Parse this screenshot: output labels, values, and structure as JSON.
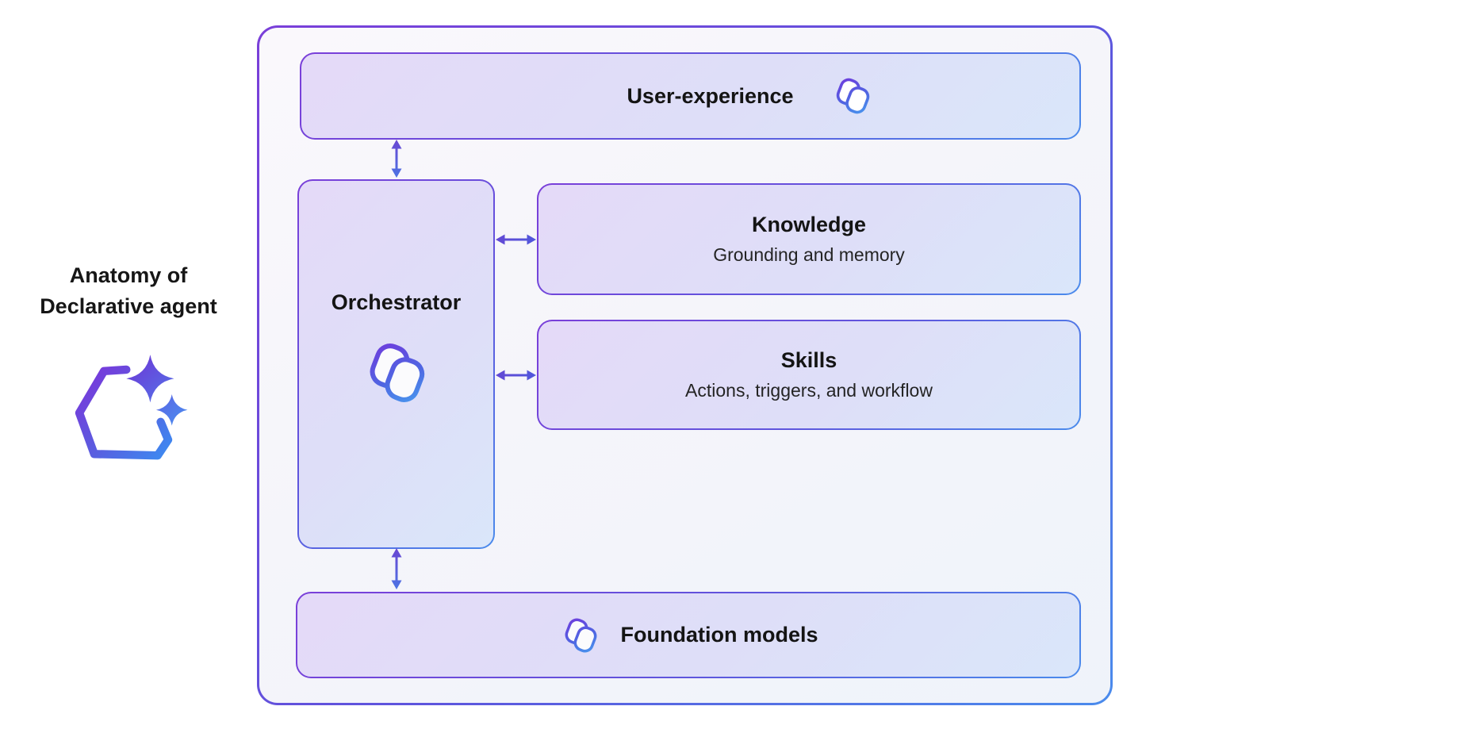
{
  "diagram": {
    "side_label": {
      "line1": "Anatomy of",
      "line2": "Declarative agent"
    },
    "boxes": {
      "user_experience": {
        "title": "User-experience"
      },
      "orchestrator": {
        "title": "Orchestrator"
      },
      "knowledge": {
        "title": "Knowledge",
        "subtitle": "Grounding and memory"
      },
      "skills": {
        "title": "Skills",
        "subtitle": "Actions, triggers, and workflow"
      },
      "foundation": {
        "title": "Foundation models"
      }
    },
    "icons": {
      "copilot": "copilot-icon",
      "agent": "declarative-agent-icon",
      "vertical_arrow": "arrow-up-down-icon",
      "horizontal_arrow": "arrow-left-right-icon"
    },
    "colors": {
      "border_gradient_start": "#7a3fd9",
      "border_gradient_mid": "#5e55dd",
      "border_gradient_end": "#4a8bec",
      "arrow_purple": "#6a45d2",
      "arrow_blue": "#4b74e4",
      "title_text": "#141414",
      "subtitle_text": "#242424",
      "container_background": "#f5f5fa",
      "page_background": "#ffffff"
    }
  }
}
